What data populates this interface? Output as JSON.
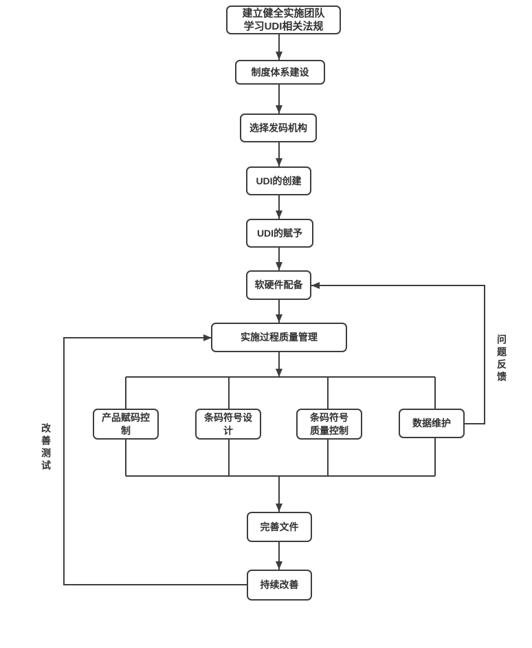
{
  "diagram": {
    "background_color": "#ffffff",
    "line_color": "#3d3d3d",
    "text_color": "#303030",
    "nodes": [
      {
        "id": "establish-team",
        "label": "建立健全实施团队\n学习UDI相关法规"
      },
      {
        "id": "system-building",
        "label": "制度体系建设"
      },
      {
        "id": "select-issuing-agency",
        "label": "选择发码机构"
      },
      {
        "id": "udi-creation",
        "label": "UDI的创建"
      },
      {
        "id": "udi-assignment",
        "label": "UDI的赋予"
      },
      {
        "id": "software-hardware",
        "label": "软硬件配备"
      },
      {
        "id": "process-quality-management",
        "label": "实施过程质量管理"
      },
      {
        "id": "product-coding-control",
        "label": "产品赋码控\n制"
      },
      {
        "id": "barcode-symbol-design",
        "label": "条码符号设\n计"
      },
      {
        "id": "barcode-symbol-quality-control",
        "label": "条码符号\n质量控制"
      },
      {
        "id": "data-maintenance",
        "label": "数据维护"
      },
      {
        "id": "improve-documents",
        "label": "完善文件"
      },
      {
        "id": "continuous-improvement",
        "label": "持续改善"
      }
    ],
    "edge_labels": [
      {
        "id": "problem-feedback",
        "label": "问题反馈"
      },
      {
        "id": "improvement-testing",
        "label": "改善测试"
      }
    ]
  }
}
